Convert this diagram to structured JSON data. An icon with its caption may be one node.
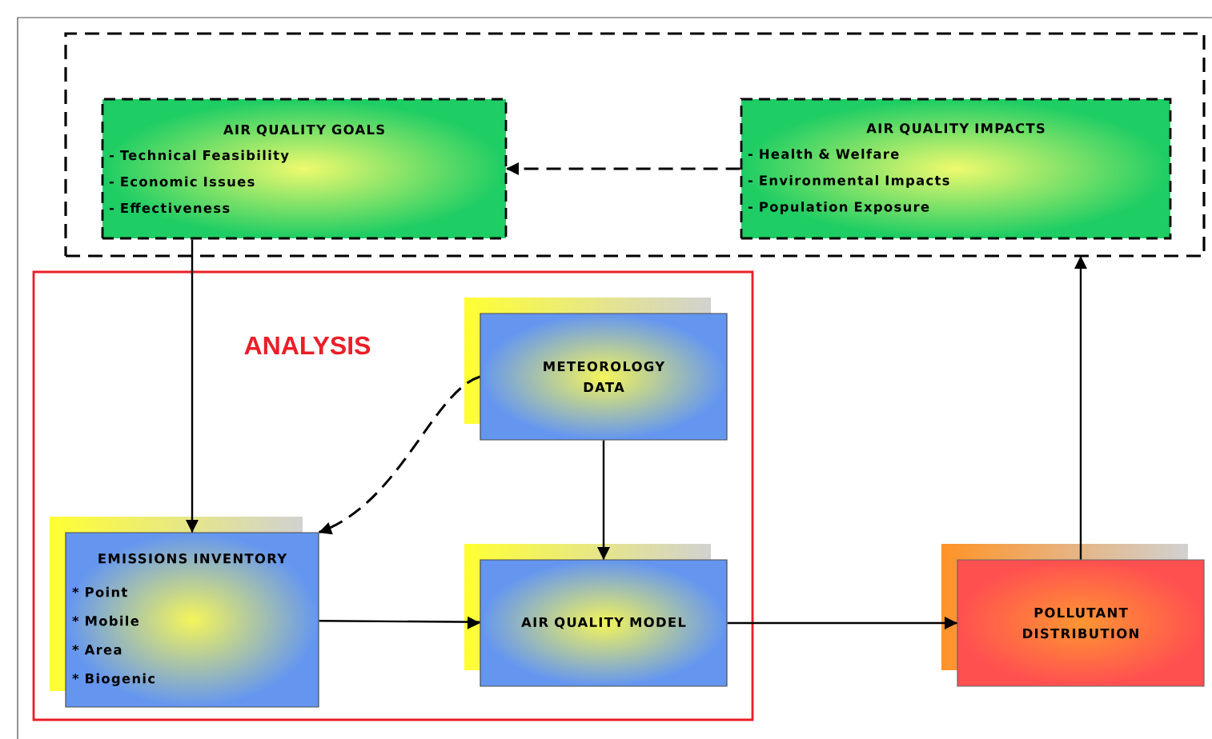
{
  "diagram": {
    "nodes": [
      {
        "text": [],
        "shape": "box"
      },
      {
        "text": [
          "AIR QUALITY GOALS",
          "- Technical Feasibility",
          "- Economic Issues",
          "- Effectiveness"
        ],
        "in": 0
      },
      {
        "text": [
          "AIR QUALITY IMPACTS",
          "- Health & Welfare",
          "- Environmental Impacts",
          "- Population Exposure"
        ],
        "in": 0
      },
      {
        "text": [
          "ANALYSIS"
        ]
      },
      {
        "text": [
          "METEOROLOGY DATA"
        ],
        "in": 3
      },
      {
        "text": [
          "EMISSIONS INVENTORY",
          "* Point",
          "* Mobile",
          "* Area",
          "* Biogenic"
        ],
        "in": 3
      },
      {
        "text": [
          "AIR QUALITY MODEL"
        ],
        "in": 3
      },
      {
        "text": [
          "POLLUTANT DISTRIBUTION"
        ]
      }
    ],
    "edges": [
      {
        "from": 2,
        "to": 1,
        "arrow": "to",
        "style": "dashed"
      },
      {
        "from": 1,
        "to": 5,
        "arrow": "to"
      },
      {
        "from": 4,
        "to": 5,
        "arrow": "to",
        "style": "dashed"
      },
      {
        "from": 4,
        "to": 6,
        "arrow": "to"
      },
      {
        "from": 5,
        "to": 6,
        "arrow": "to"
      },
      {
        "from": 6,
        "to": 7,
        "arrow": "to"
      },
      {
        "from": 7,
        "to": 0,
        "arrow": "to"
      }
    ]
  }
}
